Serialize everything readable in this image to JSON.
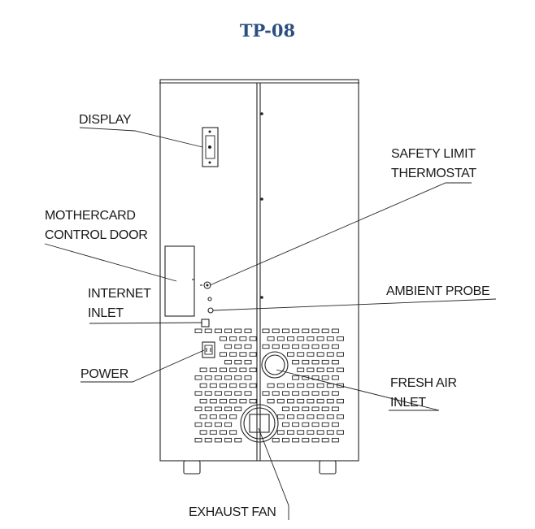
{
  "title": "TP-08",
  "labels": {
    "display": "DISPLAY",
    "safety_line1": "SAFETY LIMIT",
    "safety_line2": "THERMOSTAT",
    "mothercard_line1": "MOTHERCARD",
    "mothercard_line2": "CONTROL DOOR",
    "internet_line1": "INTERNET",
    "internet_line2": "INLET",
    "ambient_probe": "AMBIENT PROBE",
    "power": "POWER",
    "fresh_air_line1": "FRESH AIR",
    "fresh_air_line2": "INLET",
    "exhaust_fan": "EXHAUST FAN"
  },
  "colors": {
    "title": "#2c4f82",
    "lines": "#222222",
    "background": "#ffffff"
  }
}
